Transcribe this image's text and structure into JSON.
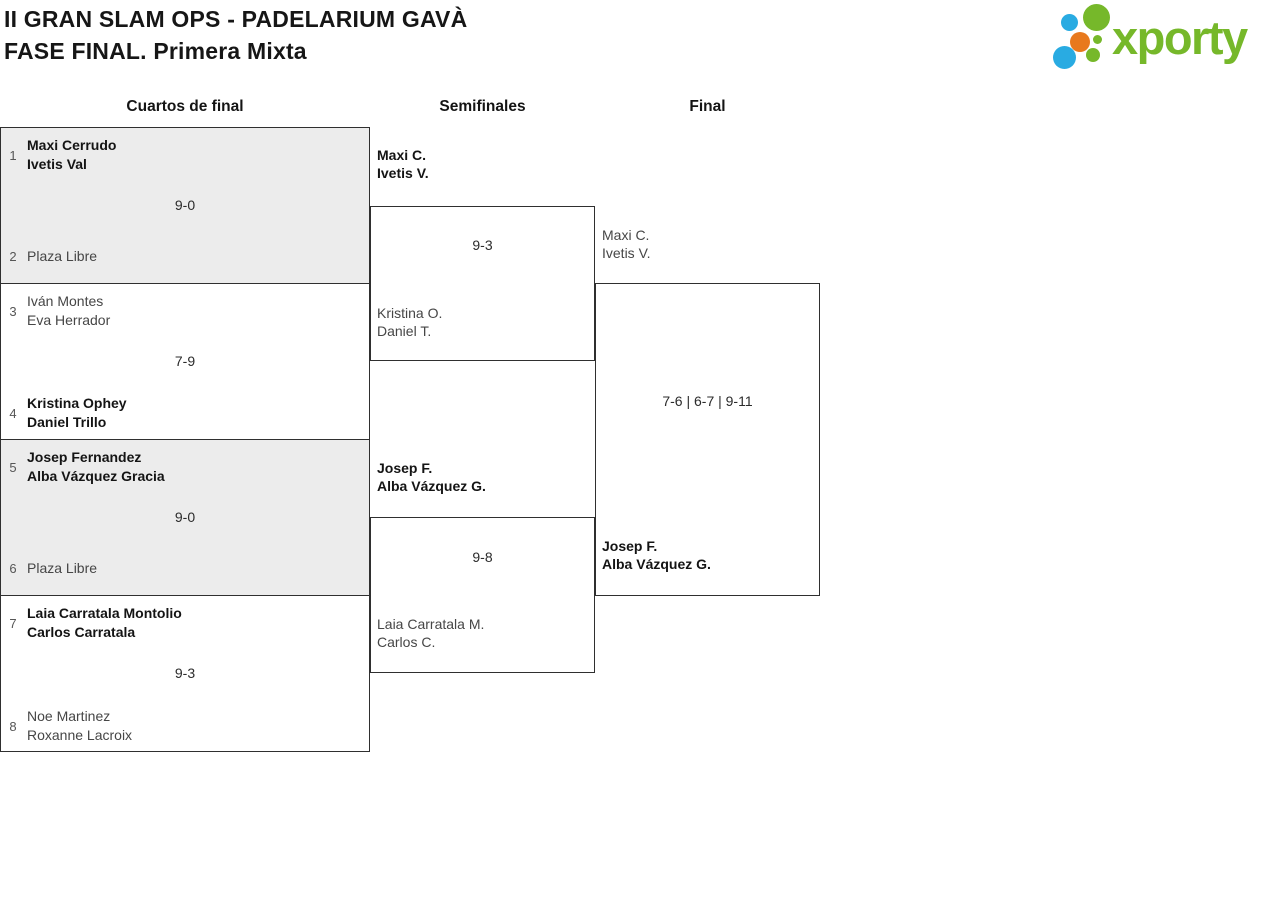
{
  "header": {
    "title_line1": "II GRAN SLAM OPS - PADELARIUM GAVÀ",
    "title_line2": "FASE FINAL. Primera Mixta",
    "logo_text": "xporty"
  },
  "logo_colors": {
    "green": "#76b82a",
    "blue": "#29abe2",
    "orange": "#e8791d"
  },
  "ui_colors": {
    "border": "#2f2f2f",
    "shaded_match_bg": "#ececec",
    "winner_text": "#141414",
    "loser_text": "#464646"
  },
  "columns": [
    "Cuartos de final",
    "Semifinales",
    "Final"
  ],
  "bracket": {
    "quarterfinals": [
      {
        "shaded": true,
        "top": {
          "seed": "1",
          "lines": [
            "Maxi Cerrudo",
            "Ivetis Val"
          ],
          "winner": true
        },
        "score": "9-0",
        "bottom": {
          "seed": "2",
          "lines": [
            "Plaza Libre"
          ],
          "winner": false
        }
      },
      {
        "shaded": false,
        "top": {
          "seed": "3",
          "lines": [
            "Iván Montes",
            "Eva Herrador"
          ],
          "winner": false
        },
        "score": "7-9",
        "bottom": {
          "seed": "4",
          "lines": [
            "Kristina Ophey",
            "Daniel Trillo"
          ],
          "winner": true
        }
      },
      {
        "shaded": true,
        "top": {
          "seed": "5",
          "lines": [
            "Josep Fernandez",
            "Alba Vázquez Gracia"
          ],
          "winner": true
        },
        "score": "9-0",
        "bottom": {
          "seed": "6",
          "lines": [
            "Plaza Libre"
          ],
          "winner": false
        }
      },
      {
        "shaded": false,
        "top": {
          "seed": "7",
          "lines": [
            "Laia Carratala Montolio",
            "Carlos Carratala"
          ],
          "winner": true
        },
        "score": "9-3",
        "bottom": {
          "seed": "8",
          "lines": [
            "Noe Martinez",
            "Roxanne Lacroix"
          ],
          "winner": false
        }
      }
    ],
    "semifinals": [
      {
        "top": {
          "lines": [
            "Maxi C.",
            "Ivetis V."
          ],
          "winner": true
        },
        "score": "9-3",
        "bottom": {
          "lines": [
            "Kristina O.",
            "Daniel T."
          ],
          "winner": false
        }
      },
      {
        "top": {
          "lines": [
            "Josep F.",
            "Alba Vázquez G."
          ],
          "winner": true
        },
        "score": "9-8",
        "bottom": {
          "lines": [
            "Laia Carratala M.",
            "Carlos C."
          ],
          "winner": false
        }
      }
    ],
    "final": {
      "top": {
        "lines": [
          "Maxi C.",
          "Ivetis V."
        ],
        "winner": false
      },
      "score": "7-6 | 6-7 | 9-11",
      "bottom": {
        "lines": [
          "Josep F.",
          "Alba Vázquez G."
        ],
        "winner": true
      }
    }
  }
}
